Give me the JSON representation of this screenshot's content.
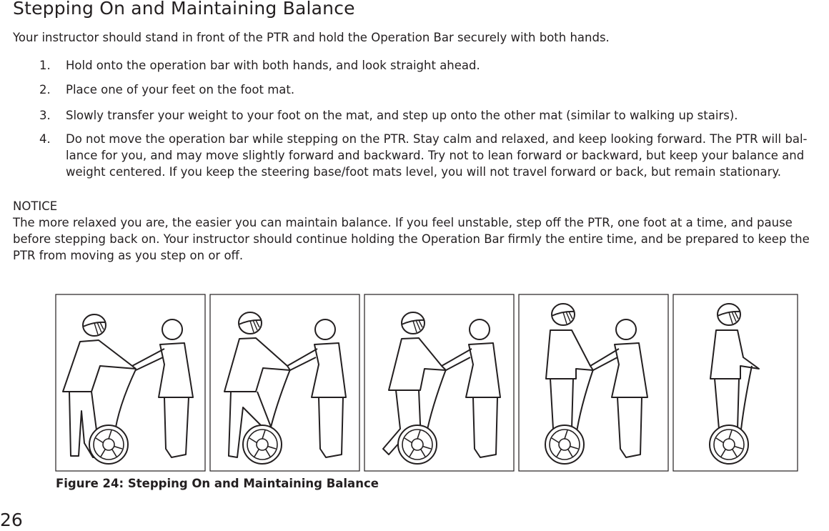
{
  "heading": "Stepping On and Maintaining Balance",
  "intro": "Your instructor should stand in front of the PTR and hold the Operation Bar securely with both hands.",
  "steps": [
    {
      "num": "1.",
      "lines": [
        "Hold onto the operation bar with both hands, and look straight ahead."
      ]
    },
    {
      "num": "2.",
      "lines": [
        "Place one of your feet on the foot mat."
      ]
    },
    {
      "num": "3.",
      "lines": [
        "Slowly transfer your weight to your foot on the mat, and step up onto the other mat (similar to walking up stairs)."
      ]
    },
    {
      "num": "4.",
      "lines": [
        "Do not move the operation bar while stepping on the PTR. Stay calm and relaxed, and keep looking forward. The PTR will bal-",
        "lance for you, and may move slightly forward and backward. Try not to lean forward or backward, but keep your balance and",
        "weight centered. If you keep the steering base/foot mats level, you will not travel forward or back, but remain stationary."
      ]
    }
  ],
  "notice": {
    "label": "NOTICE",
    "lines": [
      "The more relaxed you are, the easier you can maintain balance. If you feel unstable, step off the PTR, one foot at a time, and pause",
      "before stepping back on. Your instructor should continue holding the Operation Bar firmly the entire time, and be prepared to keep the",
      "PTR from moving as you step on or off."
    ]
  },
  "figure_caption": "Figure 24:  Stepping On and Maintaining Balance",
  "page_number": "26",
  "icons": [
    "helmet-icon",
    "ptr-wheel-icon",
    "operation-bar-icon"
  ],
  "colors": {
    "text": "#231f20",
    "line": "#231f20",
    "panel_border": "#231f20",
    "background": "#ffffff"
  }
}
